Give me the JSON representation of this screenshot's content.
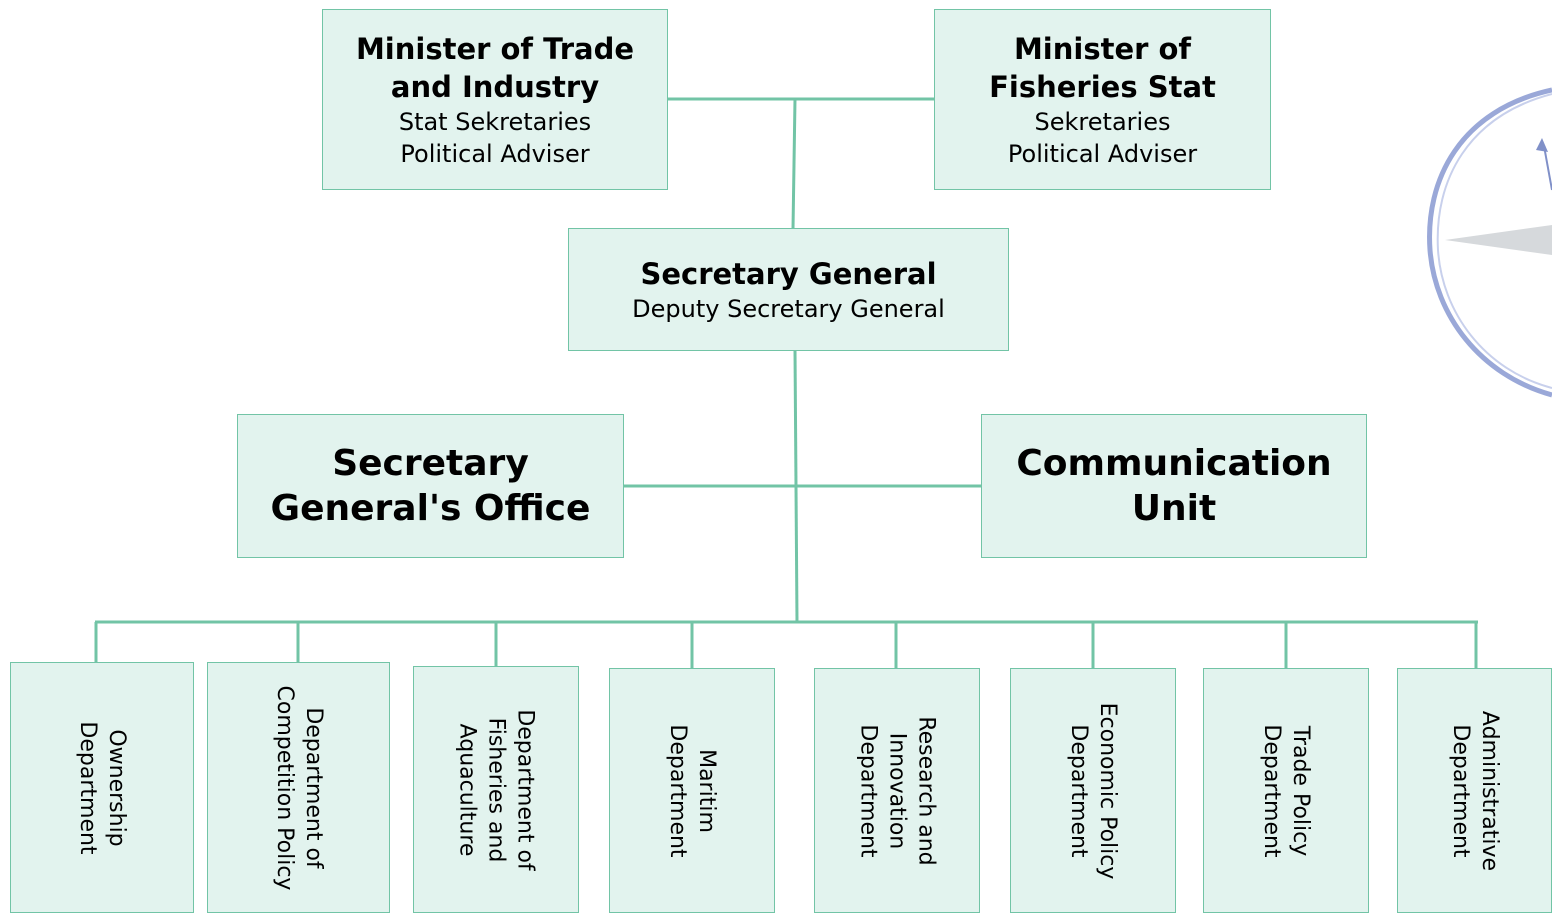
{
  "colors": {
    "box_fill": "#e2f3ee",
    "box_border": "#72c4a6",
    "connector": "#72c4a6",
    "logo": "#9aa8d8"
  },
  "ministers": {
    "trade": {
      "title": "Minister of Trade and Industry",
      "sub1": "Stat Sekretaries",
      "sub2": "Political Adviser"
    },
    "fisheries": {
      "title": "Minister of Fisheries Stat",
      "sub1": "Sekretaries",
      "sub2": "Political Adviser"
    }
  },
  "secretary_general": {
    "title": "Secretary General",
    "sub": "Deputy Secretary General"
  },
  "staff_units": {
    "office": "Secretary General's Office",
    "communication": "Communication Unit"
  },
  "departments": [
    "Ownership Department",
    "Department of Competition Policy",
    "Department of Fisheries and Aquaculture",
    "Maritim Department",
    "Research and Innovation Department",
    "Economic Policy Department",
    "Trade Policy Department",
    "Administrative Department"
  ],
  "logo_icon": "compass-logo-icon"
}
